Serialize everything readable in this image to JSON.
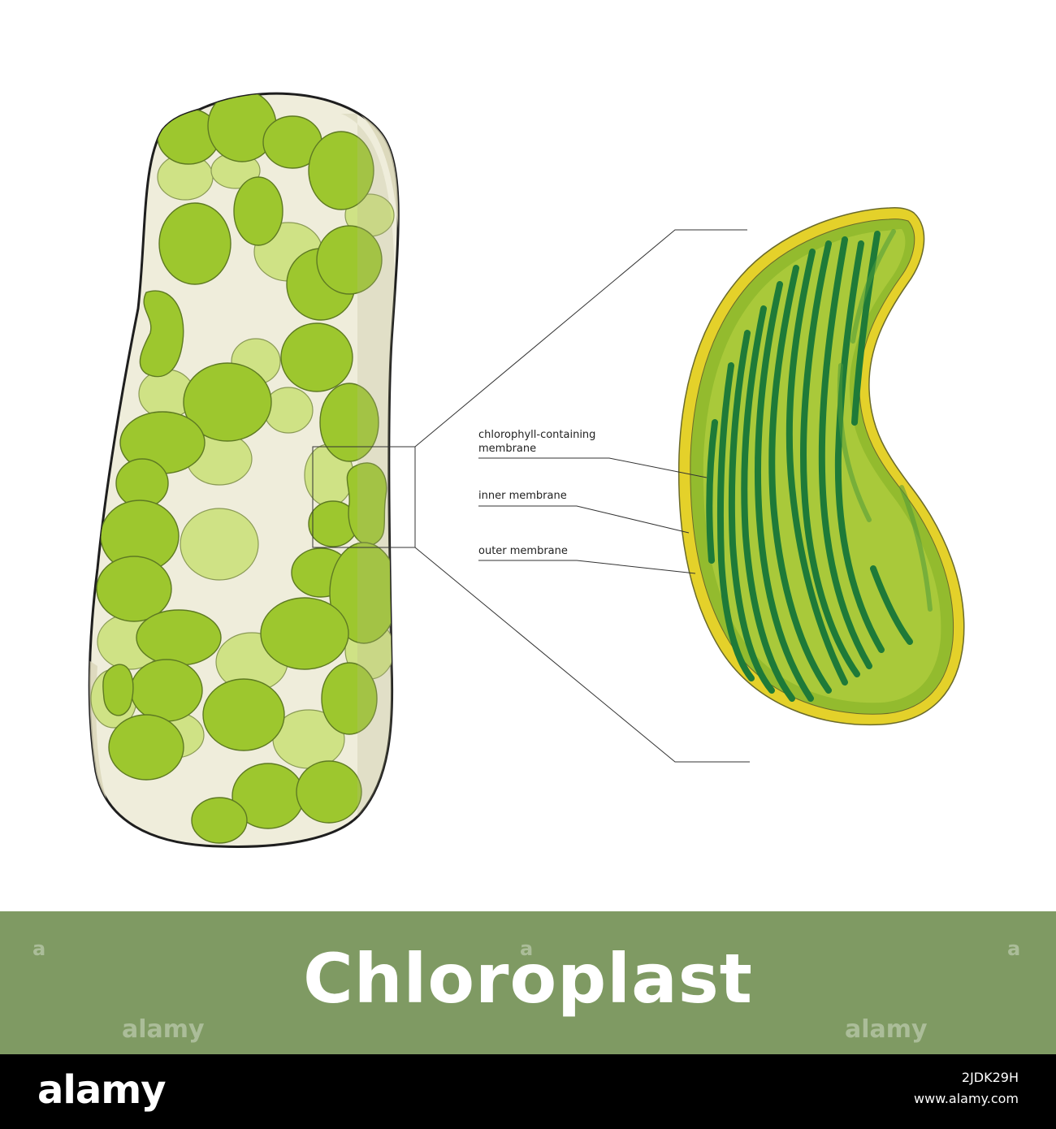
{
  "title": "Chloroplast",
  "labels": {
    "chlorophyll_line1": "chlorophyll-containing",
    "chlorophyll_line2": "membrane",
    "inner": "inner membrane",
    "outer": "outer membrane"
  },
  "watermark": {
    "letter": "a",
    "word": "alamy"
  },
  "footer": {
    "logo": "alamy",
    "image_id": "2JDK29H",
    "url": "www.alamy.com"
  },
  "colors": {
    "cell_wall": "#1e1e1e",
    "cytoplasm": "#efeddb",
    "chloroplast_dark": "#9dc72e",
    "chloroplast_light": "#cfe285",
    "stroma": "#93bb2e",
    "thylakoid": "#1e7a38",
    "outer_membrane": "#e4d12a",
    "title_band": "#7f9a63",
    "footer_bg": "#000000"
  }
}
